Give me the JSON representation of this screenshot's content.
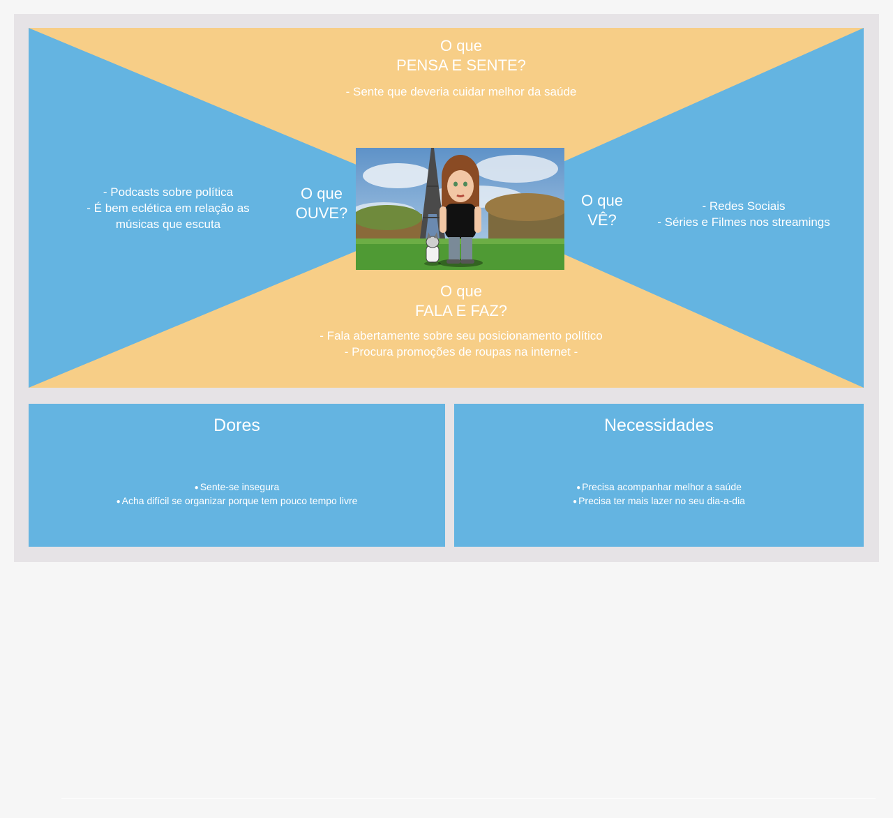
{
  "empathy_map": {
    "pensa_sente": {
      "heading": [
        "O que",
        "PENSA E SENTE?"
      ],
      "items": [
        "- Sente que deveria cuidar melhor da saúde"
      ]
    },
    "ouve": {
      "heading": [
        "O que",
        "OUVE?"
      ],
      "items": [
        "- Podcasts sobre política",
        "- É bem eclética em relação as",
        "músicas que escuta"
      ]
    },
    "ve": {
      "heading": [
        "O que",
        "VÊ?"
      ],
      "items": [
        "- Redes Sociais",
        "- Séries e Filmes nos streamings"
      ]
    },
    "fala_faz": {
      "heading": [
        "O que",
        "FALA  E FAZ?"
      ],
      "items": [
        "- Fala abertamente sobre seu posicionamento político",
        "- Procura promoções de roupas na internet -"
      ]
    },
    "colors": {
      "yellow": "#f7ce87",
      "blue": "#64b4e1",
      "frame": "#e6e3e6"
    }
  },
  "dores": {
    "title": "Dores",
    "items": [
      "Sente-se insegura",
      "Acha difícil  se organizar porque tem pouco tempo livre"
    ]
  },
  "necessidades": {
    "title": "Necessidades",
    "items": [
      "Precisa acompanhar melhor a saúde",
      "Precisa ter mais lazer no seu dia-a-dia"
    ]
  }
}
